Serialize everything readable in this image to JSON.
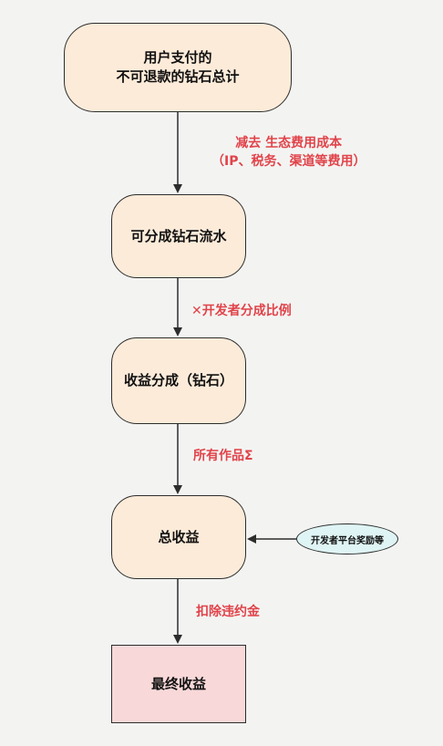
{
  "diagram": {
    "nodes": {
      "start": {
        "line1": "用户支付的",
        "line2": "不可退款的钻石总计"
      },
      "pool": "可分成钻石流水",
      "share": "收益分成（钻石）",
      "total": "总收益",
      "final": "最终收益"
    },
    "edges": {
      "start_to_pool": {
        "line1": "减去 生态费用成本",
        "line2": "（IP、税务、渠道等费用）"
      },
      "pool_to_share": "✕开发者分成比例",
      "share_to_total": "所有作品Σ",
      "total_to_final": "扣除违约金"
    },
    "side_input": "开发者平台奖励等"
  },
  "colors": {
    "background": "#f3f4f2",
    "node_fill": "#fdebd9",
    "final_fill": "#f9d8d9",
    "ellipse_fill": "#dff4f4",
    "edge_text": "#e1434a",
    "stroke": "#2d2d2d"
  }
}
